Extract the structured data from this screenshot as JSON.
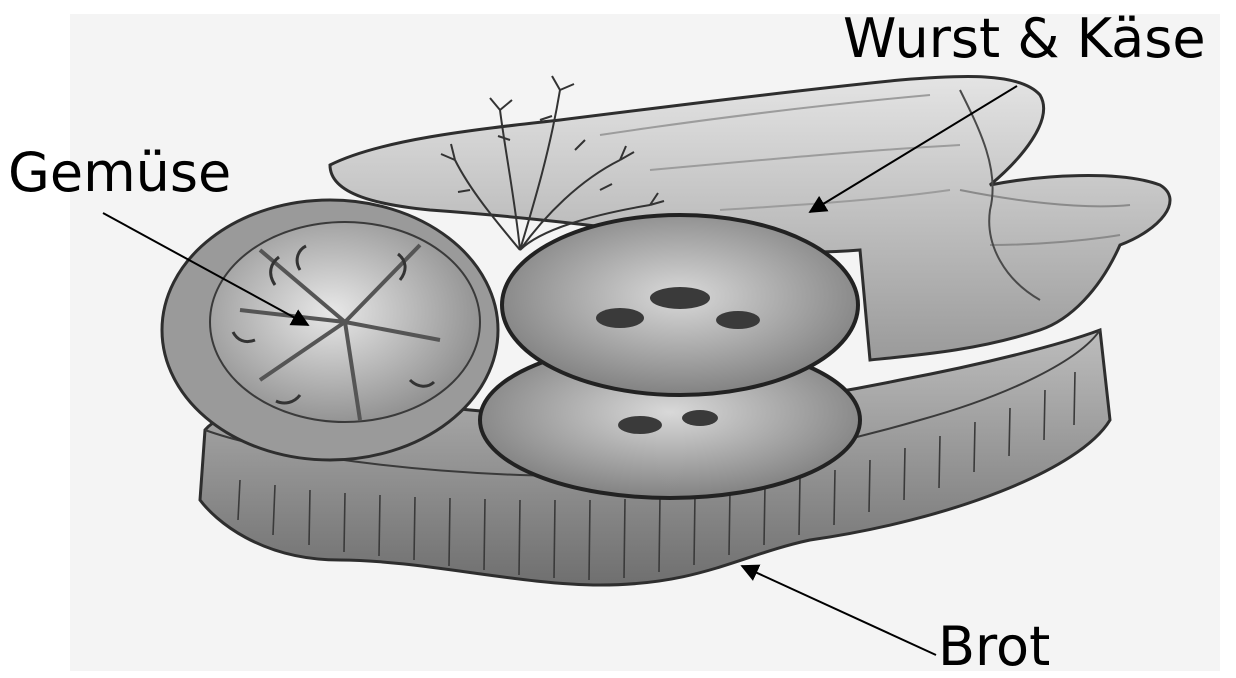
{
  "labels": {
    "vegetables": "Gemüse",
    "meat_cheese": "Wurst & Käse",
    "bread": "Brot"
  },
  "colors": {
    "paper": "#f4f4f4",
    "pencil_dark": "#2e2e2e",
    "pencil_mid": "#7a7a7a",
    "pencil_light": "#bdbdbd",
    "label_text": "#000000"
  },
  "icons": {
    "illustration": "pencil-sketch-open-sandwich",
    "pointer": "arrow-line"
  }
}
